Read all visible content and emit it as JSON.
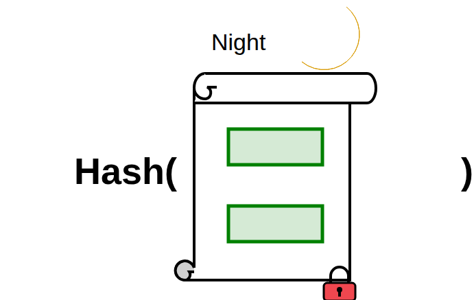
{
  "diagram": {
    "nodes": [
      {
        "text": [
          "Night"
        ]
      }
    ],
    "labels": [
      "Hash(",
      ")"
    ]
  }
}
